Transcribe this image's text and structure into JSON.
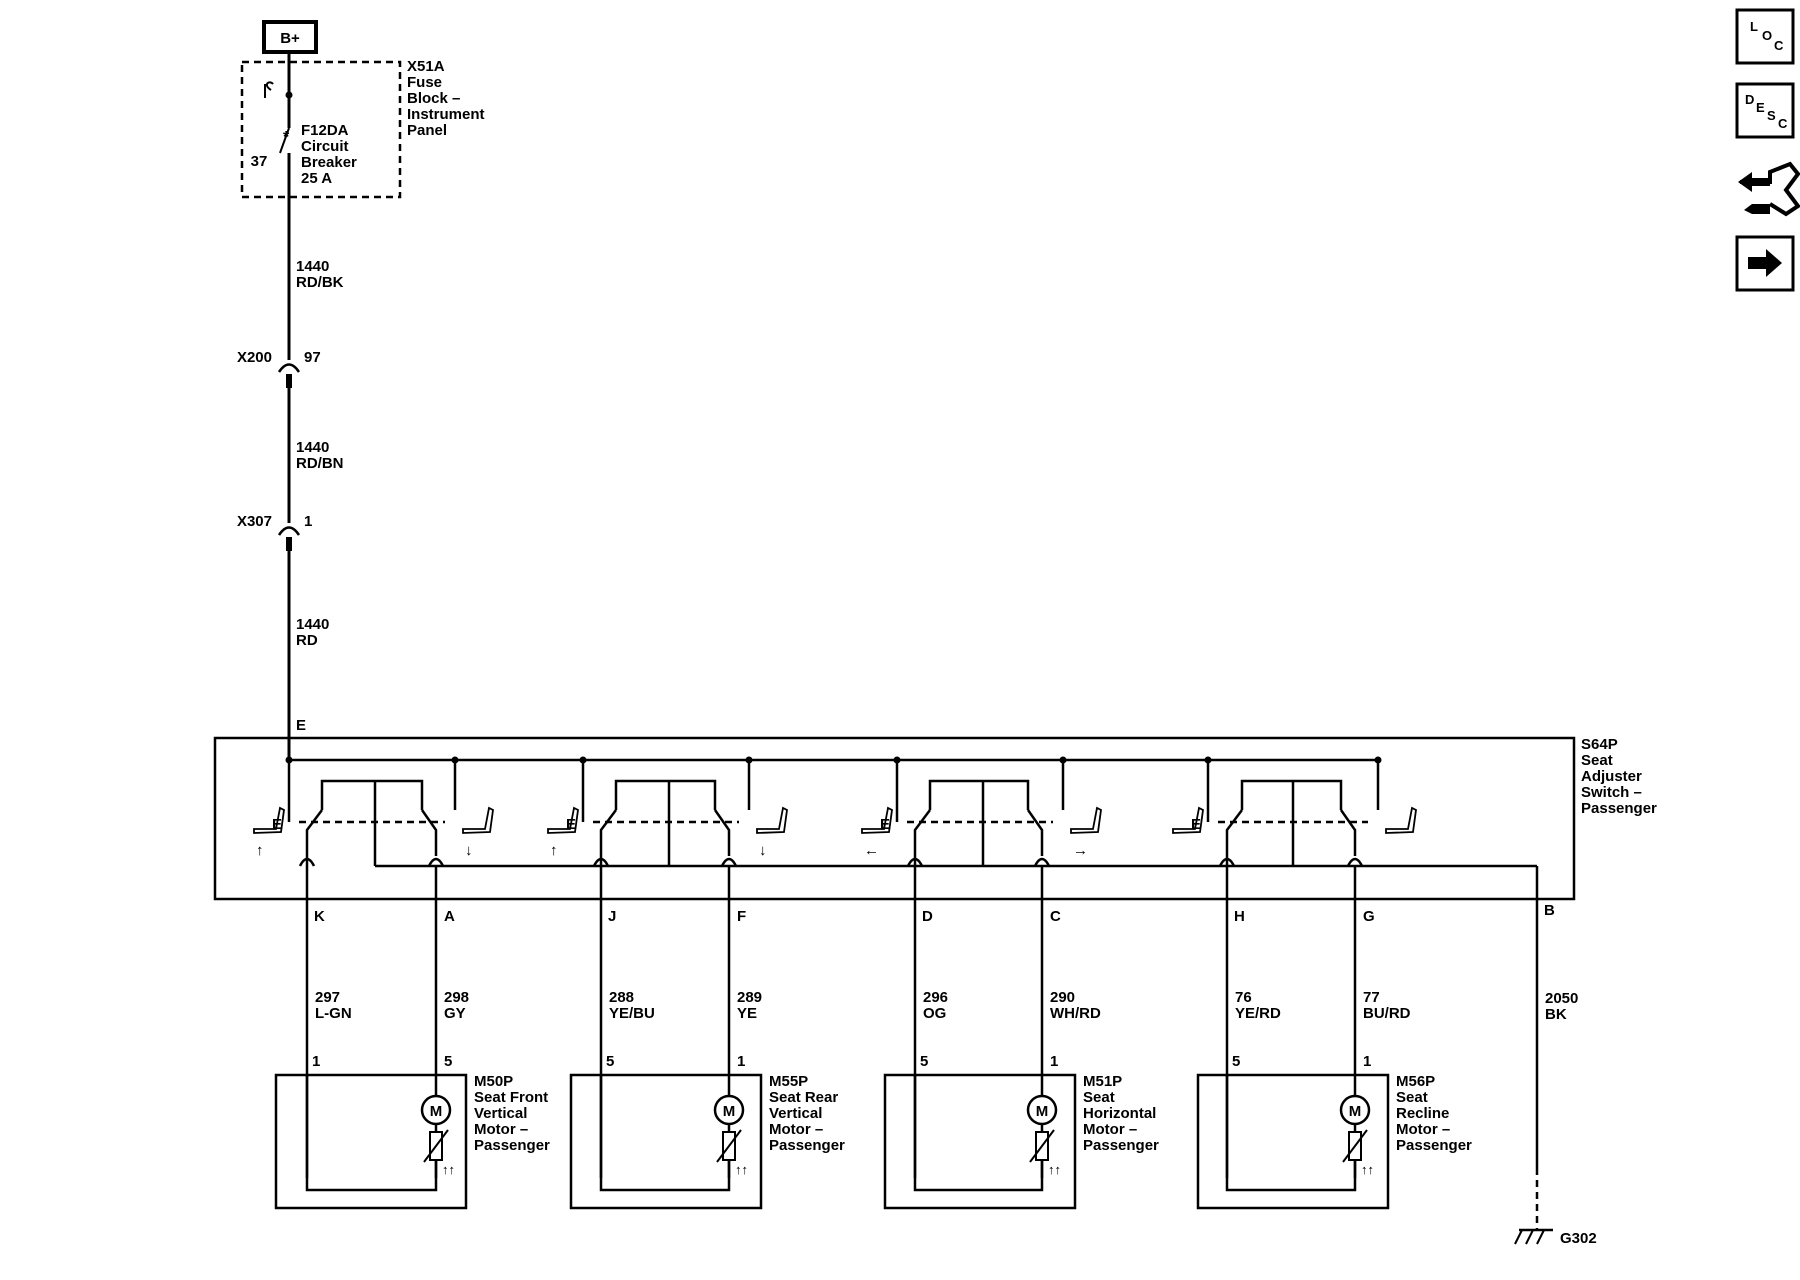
{
  "power": {
    "label": "B+"
  },
  "fuse_block": {
    "id": "X51A",
    "desc_lines": [
      "Fuse",
      "Block –",
      "Instrument",
      "Panel"
    ],
    "breaker_id": "F12DA",
    "breaker_lines": [
      "Circuit",
      "Breaker",
      "25 A"
    ],
    "pin": "37"
  },
  "feed_wires": [
    {
      "circuit": "1440",
      "color": "RD/BK"
    },
    {
      "circuit": "1440",
      "color": "RD/BN"
    },
    {
      "circuit": "1440",
      "color": "RD"
    }
  ],
  "connectors": [
    {
      "id": "X200",
      "pin": "97"
    },
    {
      "id": "X307",
      "pin": "1"
    }
  ],
  "switch": {
    "id": "S64P",
    "desc_lines": [
      "Seat",
      "Adjuster",
      "Switch –",
      "Passenger"
    ],
    "input_pin": "E",
    "ground_pin": "B",
    "contact_label": "E"
  },
  "switch_sections": [
    {
      "left_pin": "K",
      "right_pin": "A",
      "left_arrow": "↑",
      "right_arrow": "↓"
    },
    {
      "left_pin": "J",
      "right_pin": "F",
      "left_arrow": "↑",
      "right_arrow": "↓"
    },
    {
      "left_pin": "D",
      "right_pin": "C",
      "left_arrow": "←",
      "right_arrow": "→"
    },
    {
      "left_pin": "H",
      "right_pin": "G",
      "left_arrow": "",
      "right_arrow": ""
    }
  ],
  "output_wires": [
    {
      "circuit": "297",
      "color": "L-GN"
    },
    {
      "circuit": "298",
      "color": "GY"
    },
    {
      "circuit": "288",
      "color": "YE/BU"
    },
    {
      "circuit": "289",
      "color": "YE"
    },
    {
      "circuit": "296",
      "color": "OG"
    },
    {
      "circuit": "290",
      "color": "WH/RD"
    },
    {
      "circuit": "76",
      "color": "YE/RD"
    },
    {
      "circuit": "77",
      "color": "BU/RD"
    }
  ],
  "motors": [
    {
      "id": "M50P",
      "desc_lines": [
        "Seat Front",
        "Vertical",
        "Motor –",
        "Passenger"
      ],
      "left_pin": "1",
      "right_pin": "5",
      "symbol": "M",
      "arrows": "↑↑"
    },
    {
      "id": "M55P",
      "desc_lines": [
        "Seat Rear",
        "Vertical",
        "Motor –",
        "Passenger"
      ],
      "left_pin": "5",
      "right_pin": "1",
      "symbol": "M",
      "arrows": "↑↑"
    },
    {
      "id": "M51P",
      "desc_lines": [
        "Seat",
        "Horizontal",
        "Motor –",
        "Passenger"
      ],
      "left_pin": "5",
      "right_pin": "1",
      "symbol": "M",
      "arrows": "↑↑"
    },
    {
      "id": "M56P",
      "desc_lines": [
        "Seat",
        "Recline",
        "Motor –",
        "Passenger"
      ],
      "left_pin": "5",
      "right_pin": "1",
      "symbol": "M",
      "arrows": "↑↑"
    }
  ],
  "ground_wire": {
    "circuit": "2050",
    "color": "BK"
  },
  "ground": {
    "id": "G302"
  },
  "nav": [
    {
      "name": "loc-button",
      "letters": [
        "L",
        "O",
        "C"
      ]
    },
    {
      "name": "desc-button",
      "letters": [
        "D",
        "E",
        "S",
        "C"
      ]
    },
    {
      "name": "connector-view-button",
      "icon": "connector-icon"
    },
    {
      "name": "next-page-button",
      "icon": "arrow-right-icon"
    }
  ]
}
